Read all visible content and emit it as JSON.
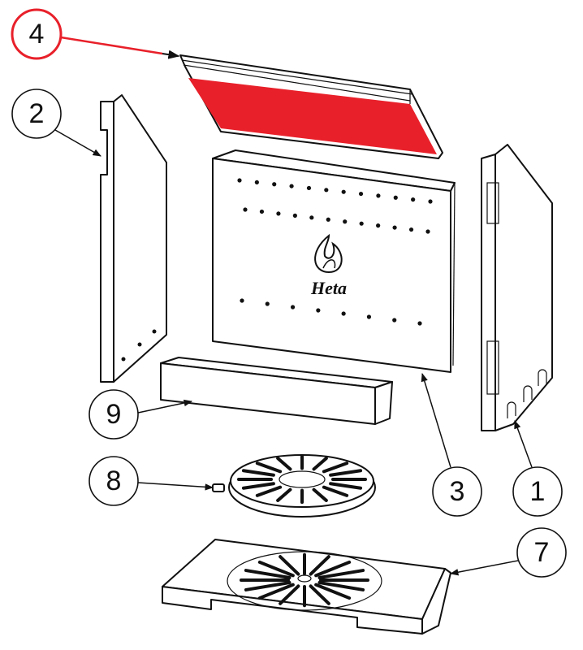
{
  "diagram": {
    "highlight_color": "#e8202a",
    "logo_text": "Heta",
    "callouts": [
      {
        "id": "part-4",
        "label": "4",
        "highlighted": true
      },
      {
        "id": "part-2",
        "label": "2",
        "highlighted": false
      },
      {
        "id": "part-9",
        "label": "9",
        "highlighted": false
      },
      {
        "id": "part-8",
        "label": "8",
        "highlighted": false
      },
      {
        "id": "part-3",
        "label": "3",
        "highlighted": false
      },
      {
        "id": "part-1",
        "label": "1",
        "highlighted": false
      },
      {
        "id": "part-7",
        "label": "7",
        "highlighted": false
      }
    ]
  }
}
